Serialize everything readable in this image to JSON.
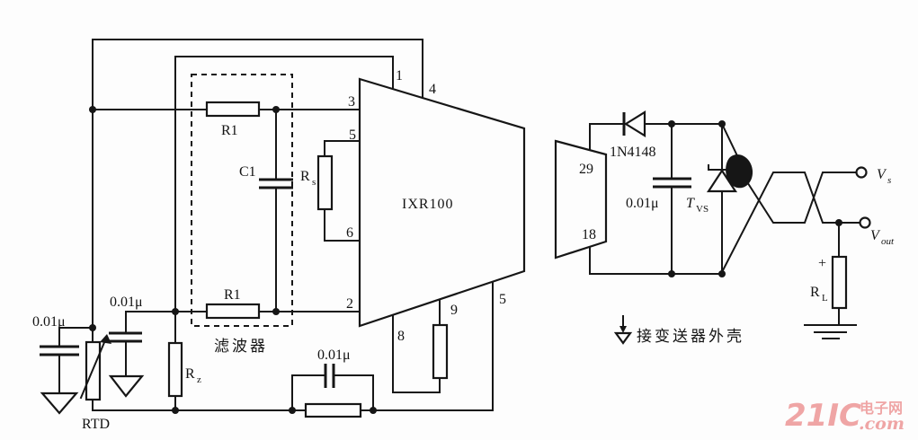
{
  "ic": {
    "name": "IXR100",
    "pins": {
      "p1": "1",
      "p4": "4",
      "p3": "3",
      "p5": "5",
      "p6": "6",
      "p2": "2",
      "p8": "8",
      "p9": "9",
      "p5b": "5"
    }
  },
  "connector": {
    "pin_top": "29",
    "pin_bottom": "18"
  },
  "parts": {
    "r1_top": "R1",
    "r1_bottom": "R1",
    "c1": "C1",
    "rs": {
      "m": "R",
      "s": "s"
    },
    "rz": {
      "m": "R",
      "s": "z"
    },
    "rl": {
      "m": "R",
      "s": "L"
    },
    "rl_plus": "+",
    "rtd": "RTD",
    "diode": "1N4148",
    "tvs": {
      "m": "T",
      "s": "VS"
    },
    "vs": {
      "m": "V",
      "s": "s"
    },
    "vout": {
      "m": "V",
      "s": "out"
    },
    "cap_left": "0.01μ",
    "cap_mid": "0.01μ",
    "cap_bottom": "0.01μ",
    "cap_right": "0.01μ"
  },
  "notes": {
    "filter": "滤波器",
    "chassis": "接变送器外壳"
  },
  "watermark": {
    "brand": "21IC",
    "cn": "电子网",
    "com": ".com",
    "color": "#efa5a5"
  },
  "colors": {
    "ink": "#161616",
    "paper": "#fdfdfd"
  }
}
